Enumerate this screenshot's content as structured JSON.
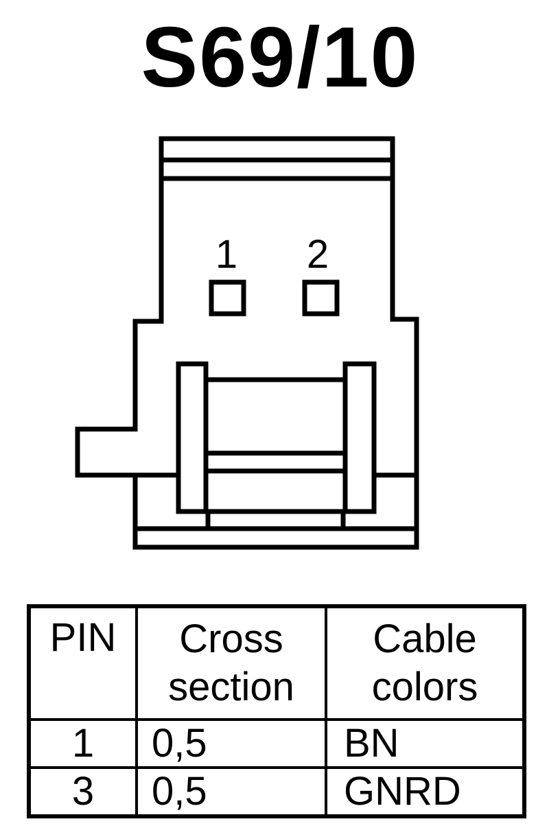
{
  "title": "S69/10",
  "connector": {
    "pin_labels": [
      "1",
      "2"
    ]
  },
  "table": {
    "headers": {
      "pin": "PIN",
      "cross_section": [
        "Cross",
        "section"
      ],
      "cable_colors": [
        "Cable",
        "colors"
      ]
    },
    "rows": [
      {
        "pin": "1",
        "cross_section": "0,5",
        "color": "BN"
      },
      {
        "pin": "3",
        "cross_section": "0,5",
        "color": "GNRD"
      }
    ]
  }
}
